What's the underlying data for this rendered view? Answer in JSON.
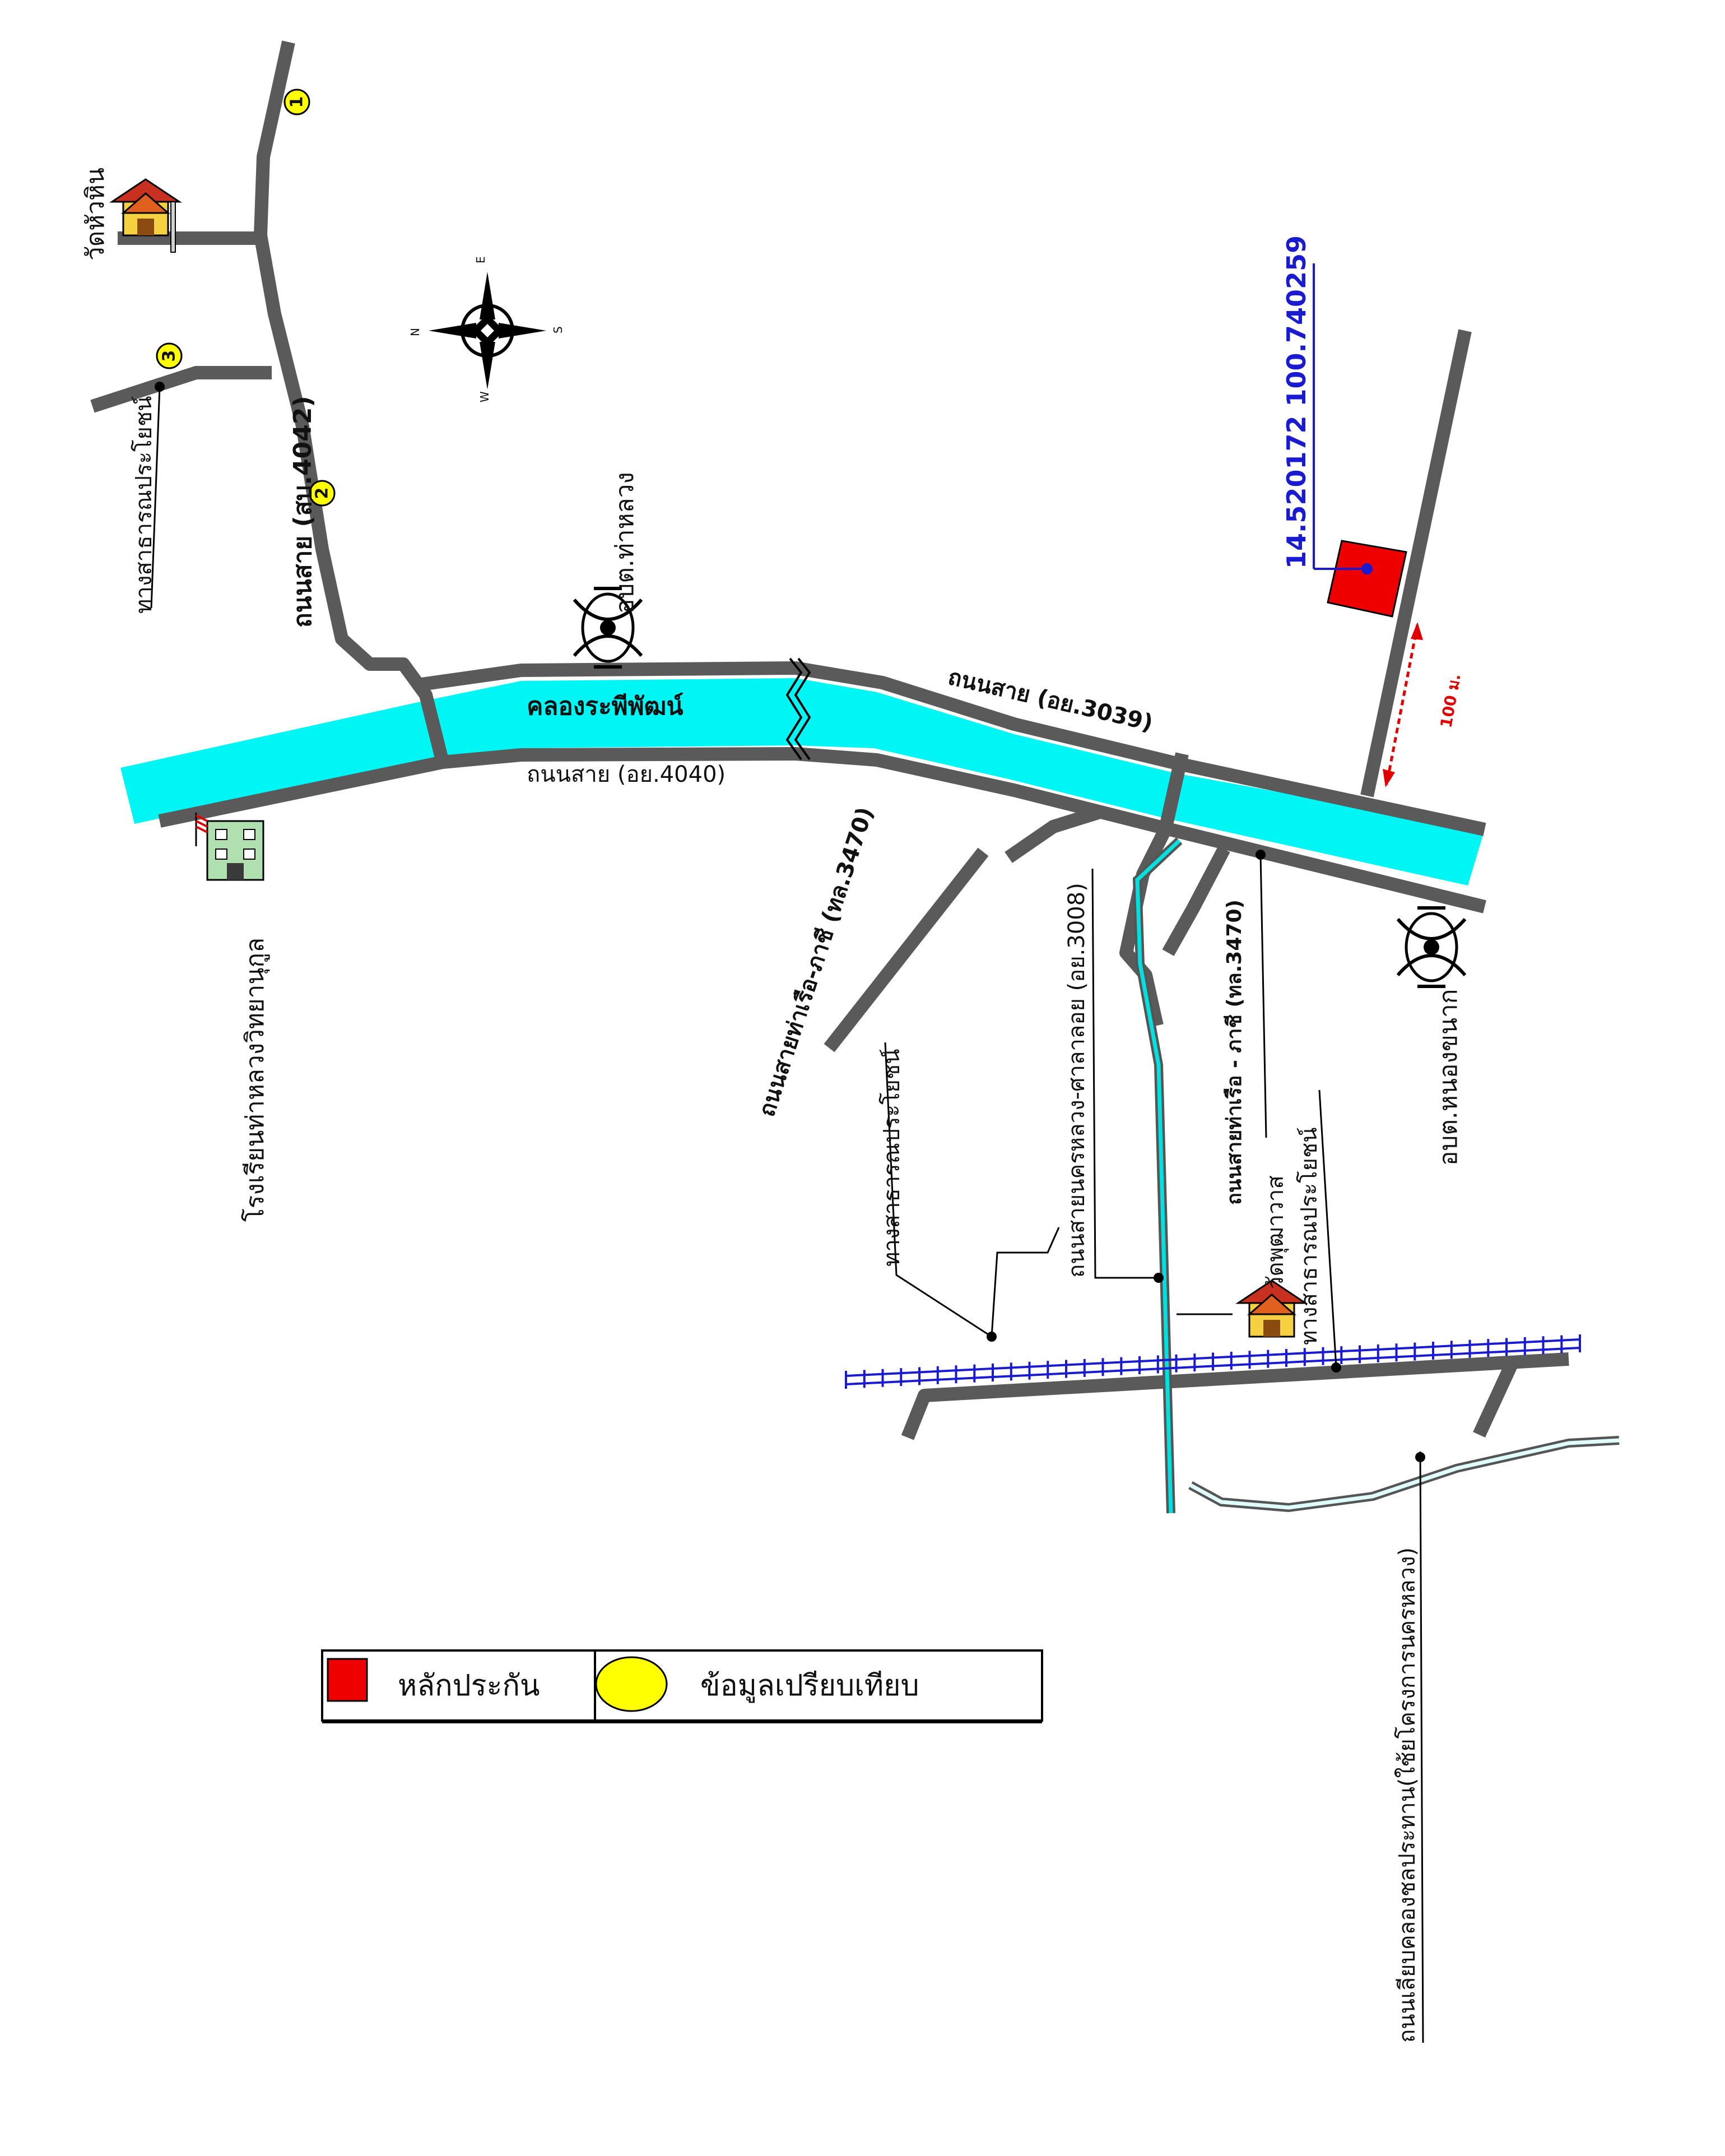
{
  "map": {
    "coordinates": "14.520172 100.740259",
    "distance_label": "100 ม.",
    "canal_name": "คลองระพีพัฒน์",
    "compass": {
      "n": "N",
      "e": "E",
      "s": "S",
      "w": "W"
    },
    "roads": {
      "road_4042": "ถนนสาย (สบ.4042)",
      "road_4040": "ถนนสาย (อย.4040)",
      "road_3039": "ถนนสาย (อย.3039)",
      "road_3470_left": "ถนนสายท่าเรือ-ภาชี (ทล.3470)",
      "road_3008": "ถนนสายนครหลวง-ศาลาลอย (อย.3008)",
      "road_3470_right": "ถนนสายท่าเรือ - ภาชี (ทล.3470)",
      "public_way_top": "ทางสาธารณประโยชน์",
      "public_way_mid": "ทางสาธารณประโยชน์",
      "public_way_right": "ทางสาธารณประโยชน์",
      "canal_road": "ถนนเลียบคลองชลประทาน(ใช้ยโครงการนครหลวง)"
    },
    "landmarks": {
      "wat_hua_hin": "วัดหัวหิน",
      "school": "โรงเรียนท่าหลวงวิทยานุกูล",
      "obt_tha_luang": "อบต.ท่าหลวง",
      "obt_nong_khanak": "อบต.หนองขนาก",
      "wat_phutthawat": "วัดพุฒาวาส"
    },
    "markers": [
      "1",
      "2",
      "3"
    ]
  },
  "legend": {
    "collateral_label": "หลักประกัน",
    "comparison_label": "ข้อมูลเปรียบเทียบ"
  },
  "colors": {
    "canal": "#00f5f5",
    "road": "#5a5a5a",
    "collateral": "#ee0000",
    "comparison": "#ffff00",
    "railway": "#1a1ad0",
    "coordinates": "#1a1ad0",
    "distance": "#e00000"
  }
}
